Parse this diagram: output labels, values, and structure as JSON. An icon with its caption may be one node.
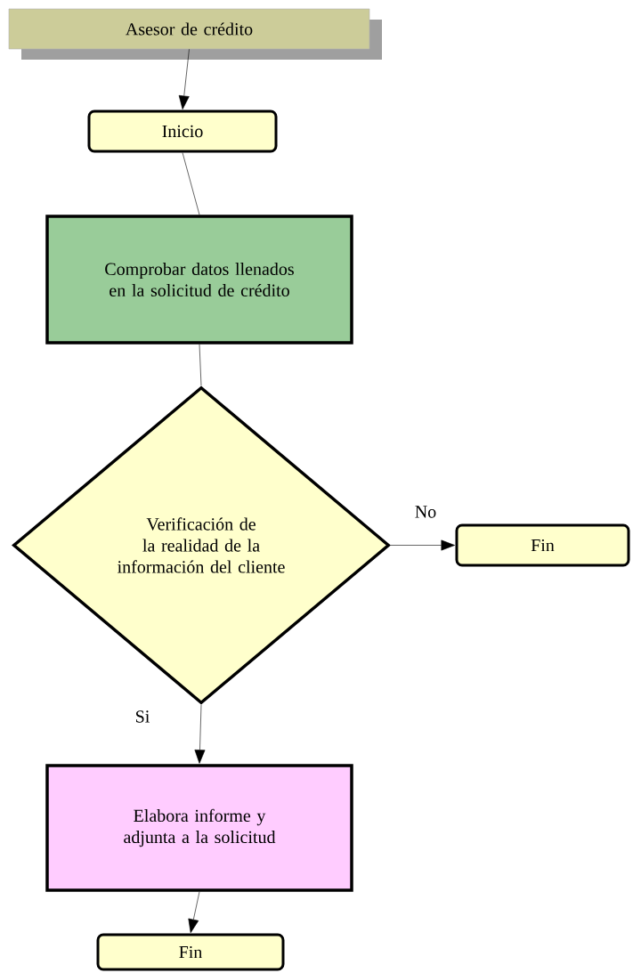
{
  "diagram": {
    "nodes": [
      {
        "text": [
          "Asesor de crédito"
        ]
      },
      {
        "text": [
          "Inicio"
        ]
      },
      {
        "text": [
          "Comprobar datos llenados en la solicitud de crédito"
        ]
      },
      {
        "text": [
          "Verificación de la realidad de la información del cliente"
        ]
      },
      {
        "text": [
          "Fin"
        ]
      },
      {
        "text": [
          "Elabora informe y adjunta a la solicitud"
        ]
      },
      {
        "text": [
          "Fin"
        ]
      }
    ],
    "edges": [
      {
        "from": 0,
        "to": 1,
        "arrow": "to"
      },
      {
        "from": 1,
        "to": 2,
        "arrow": "none"
      },
      {
        "from": 2,
        "to": 3,
        "arrow": "none"
      },
      {
        "from": 3,
        "to": 4,
        "arrow": "to",
        "label": "No"
      },
      {
        "from": 3,
        "to": 5,
        "arrow": "to",
        "label": "Si"
      },
      {
        "from": 5,
        "to": 6,
        "arrow": "to"
      }
    ]
  }
}
